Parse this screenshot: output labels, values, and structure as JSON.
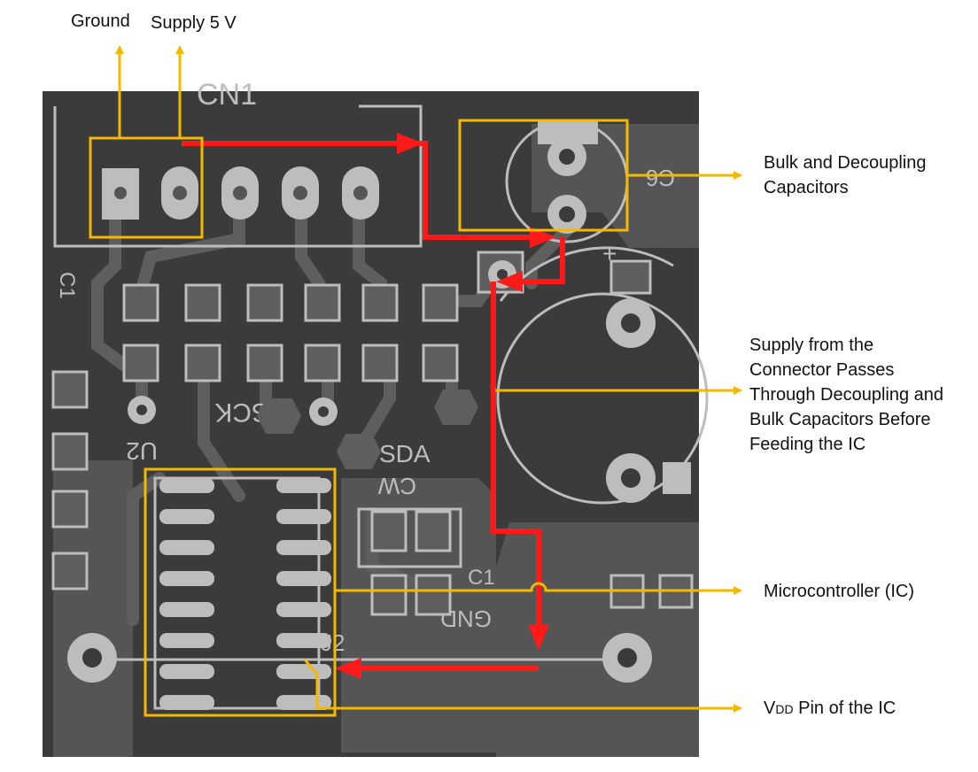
{
  "labels": {
    "ground": "Ground",
    "supply": "Supply 5 V",
    "capacitors": "Bulk and Decoupling\nCapacitors",
    "path": "Supply from the\nConnector Passes\nThrough Decoupling and\nBulk Capacitors Before\nFeeding the IC",
    "ic": "Microcontroller (IC)",
    "vdd_main": "V",
    "vdd_sub": "DD",
    "vdd_rest": " Pin of the IC"
  },
  "silkscreen": {
    "cn1": "CN1",
    "c6": "C6",
    "c1_left": "C1",
    "sck": "SCK",
    "sda": "SDA",
    "cw": "CW",
    "u2": "U2",
    "c1": "C1",
    "gnd": "GND",
    "j2": "J2"
  },
  "colors": {
    "board": "#3b3b3b",
    "copper": "#5a5a5a",
    "pad": "#bdbdbd",
    "silk": "#bdbdbd",
    "annotation": "#f5b800",
    "trace": "#ff0000"
  }
}
